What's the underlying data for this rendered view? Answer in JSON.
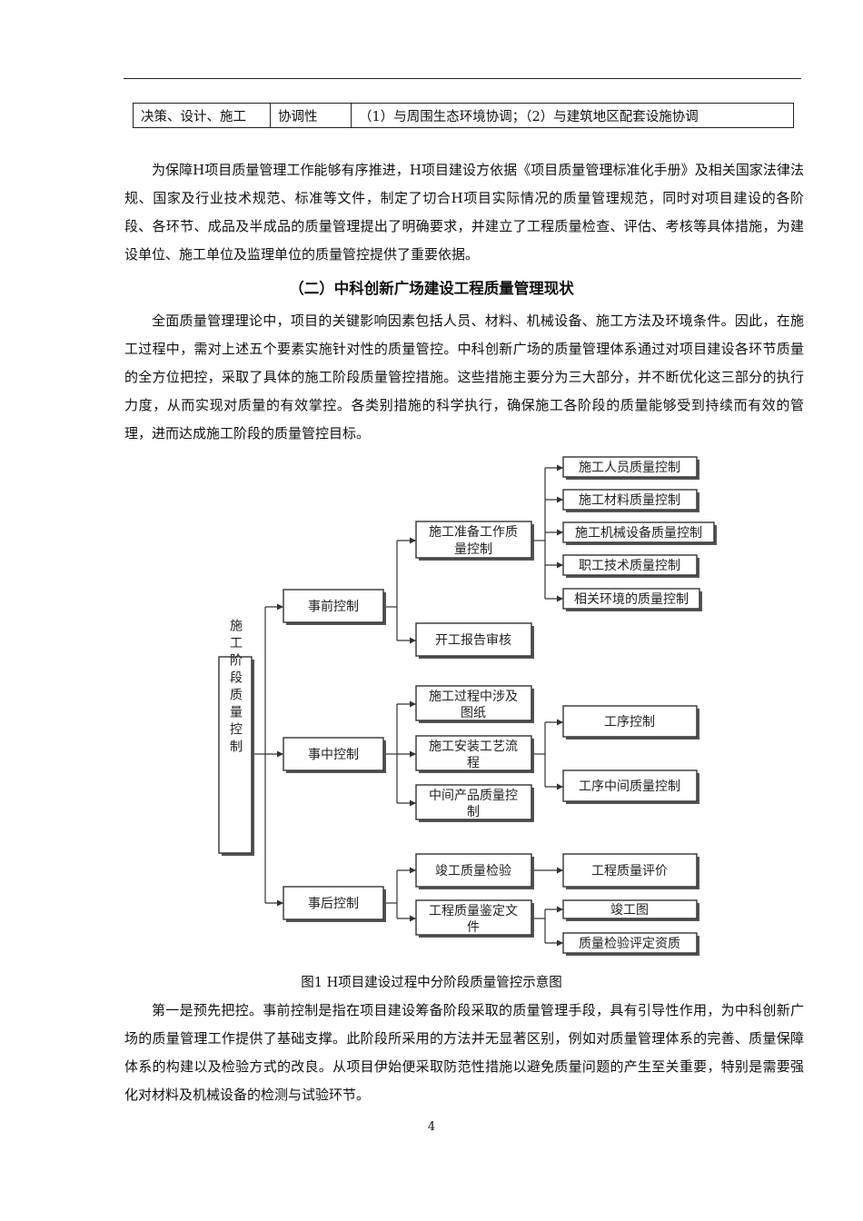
{
  "table": {
    "cells": [
      "决策、设计、施工",
      "协调性",
      "（1）与周围生态环境协调；（2）与建筑地区配套设施协调"
    ]
  },
  "paragraph1": "为保障H项目质量管理工作能够有序推进，H项目建设方依据《项目质量管理标准化手册》及相关国家法律法规、国家及行业技术规范、标准等文件，制定了切合H项目实际情况的质量管理规范，同时对项目建设的各阶段、各环节、成品及半成品的质量管理提出了明确要求，并建立了工程质量检查、评估、考核等具体措施，为建设单位、施工单位及监理单位的质量管控提供了重要依据。",
  "section_heading": "（二）中科创新广场建设工程质量管理现状",
  "paragraph2": "全面质量管理理论中，项目的关键影响因素包括人员、材料、机械设备、施工方法及环境条件。因此，在施工过程中，需对上述五个要素实施针对性的质量管控。中科创新广场的质量管理体系通过对项目建设各环节质量的全方位把控，采取了具体的施工阶段质量管控措施。这些措施主要分为三大部分，并不断优化这三部分的执行力度，从而实现对质量的有效掌控。各类别措施的科学执行，确保施工各阶段的质量能够受到持续而有效的管理，进而达成施工阶段的质量管控目标。",
  "diagram": {
    "root": "施工阶段质量控制",
    "before": "事前控制",
    "during": "事中控制",
    "after": "事后控制",
    "prep_l1": "施工准备工作质",
    "prep_l2": "量控制",
    "personnel": "施工人员质量控制",
    "material": "施工材料质量控制",
    "machinery": "施工机械设备质量控制",
    "staff_tech": "职工技术质量控制",
    "environment": "相关环境的质量控制",
    "start_report": "开工报告审核",
    "drawings_l1": "施工过程中涉及",
    "drawings_l2": "图纸",
    "install_l1": "施工安装工艺流",
    "install_l2": "程",
    "intermediate_l1": "中间产品质量控",
    "intermediate_l2": "制",
    "process_ctrl": "工序控制",
    "process_mid": "工序中间质量控制",
    "completion_insp": "竣工质量检验",
    "quality_eval": "工程质量评价",
    "appraisal_l1": "工程质量鉴定文",
    "appraisal_l2": "件",
    "as_built": "竣工图",
    "qualification": "质量检验评定资质"
  },
  "figure_caption": "图1  H项目建设过程中分阶段质量管控示意图",
  "paragraph3": "第一是预先把控。事前控制是指在项目建设筹备阶段采取的质量管理手段，具有引导性作用，为中科创新广场的质量管理工作提供了基础支撑。此阶段所采用的方法并无显著区别，例如对质量管理体系的完善、质量保障体系的构建以及检验方式的改良。从项目伊始便采取防范性措施以避免质量问题的产生至关重要，特别是需要强化对材料及机械设备的检测与试验环节。",
  "page_number": "4"
}
